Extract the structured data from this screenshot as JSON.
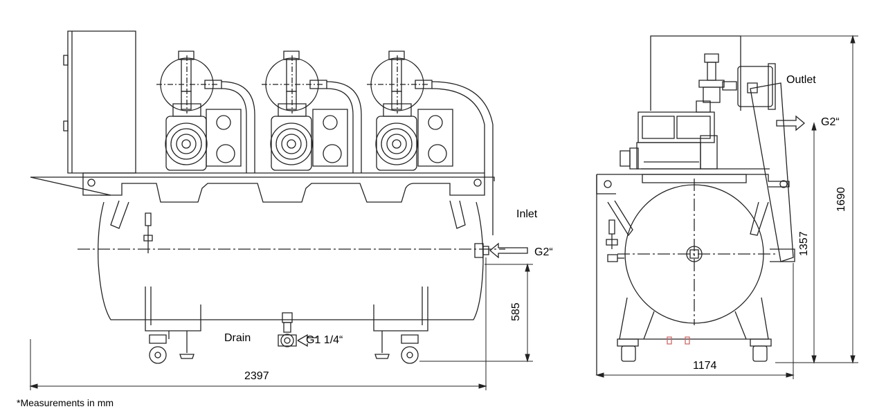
{
  "labels": {
    "inlet": "Inlet",
    "inlet_thread": "G2“",
    "outlet": "Outlet",
    "outlet_thread": "G2“",
    "drain": "Drain",
    "drain_thread": "G1 1/4“",
    "footnote": "*Measurements in mm"
  },
  "dimensions": {
    "overall_length": "2397",
    "inlet_height": "585",
    "width": "1174",
    "outlet_height": "1357",
    "overall_height": "1690"
  }
}
